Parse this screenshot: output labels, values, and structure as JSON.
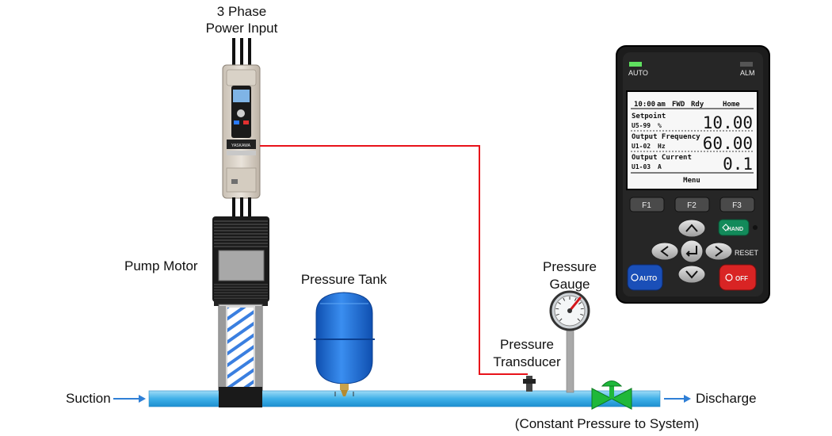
{
  "labels": {
    "power_input_line1": "3 Phase",
    "power_input_line2": "Power Input",
    "pump_motor": "Pump Motor",
    "pressure_tank": "Pressure Tank",
    "pressure_gauge_line1": "Pressure",
    "pressure_gauge_line2": "Gauge",
    "transducer_line1": "Pressure",
    "transducer_line2": "Transducer",
    "suction": "Suction",
    "discharge": "Discharge",
    "constant_pressure": "(Constant Pressure to System)"
  },
  "keypad": {
    "auto_led": "AUTO",
    "alm_led": "ALM",
    "screen": {
      "time": "10:00",
      "ampm": "am",
      "mode": "FWD",
      "state": "Rdy",
      "menu_home": "Home",
      "rows": [
        {
          "name": "Setpoint",
          "code": "U5-99",
          "unit": "%",
          "value": "10.00"
        },
        {
          "name": "Output Frequency",
          "code": "U1-02",
          "unit": "Hz",
          "value": "60.00"
        },
        {
          "name": "Output Current",
          "code": "U1-03",
          "unit": "A",
          "value": "0.1"
        }
      ],
      "footer": "Menu"
    },
    "f1": "F1",
    "f2": "F2",
    "f3": "F3",
    "hand": "HAND",
    "reset": "RESET",
    "auto": "AUTO",
    "off": "OFF"
  },
  "drive_brand": "YASKAWA",
  "colors": {
    "signal_wire": "#e8121a",
    "pipe": "#4fb6ea",
    "tank": "#1e73d8",
    "valve": "#1fb83a",
    "arrow": "#2f7fd6",
    "keypad_body": "#1c1c1c"
  }
}
